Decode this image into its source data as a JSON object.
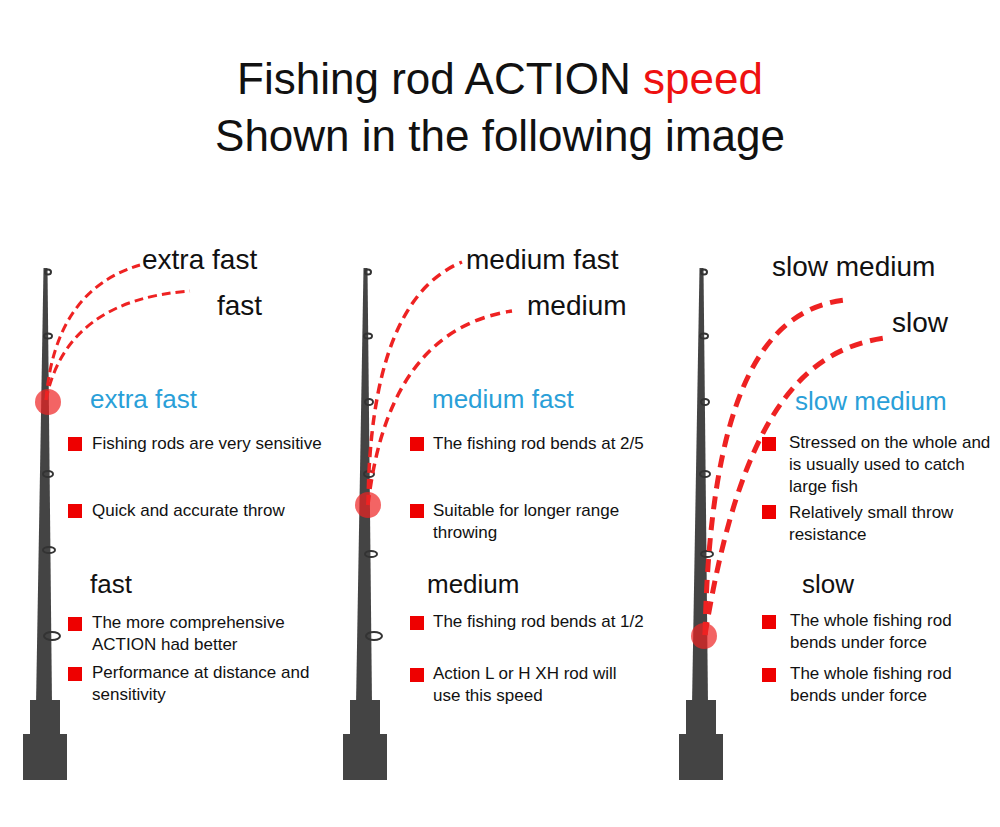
{
  "diagram": {
    "title": "Fishing rod ACTION speed Shown in the following image",
    "labels": [
      "extra fast",
      "fast",
      "medium fast",
      "medium",
      "slow medium",
      "slow",
      "extra fast",
      "Fishing rods are very sensitive",
      "Quick and accurate throw",
      "fast",
      "The more comprehensive ACTION had better",
      "Performance at distance and sensitivity",
      "medium fast",
      "The fishing rod bends at 2/5",
      "Suitable for longer range throwing",
      "medium",
      "The fishing rod bends at 1/2",
      "Action L or H XH rod will use this speed",
      "slow medium",
      "Stressed on the whole and is usually used to catch large fish",
      "Relatively small throw resistance",
      "slow",
      "The whole fishing rod bends under force",
      "The whole fishing rod bends under force"
    ]
  }
}
